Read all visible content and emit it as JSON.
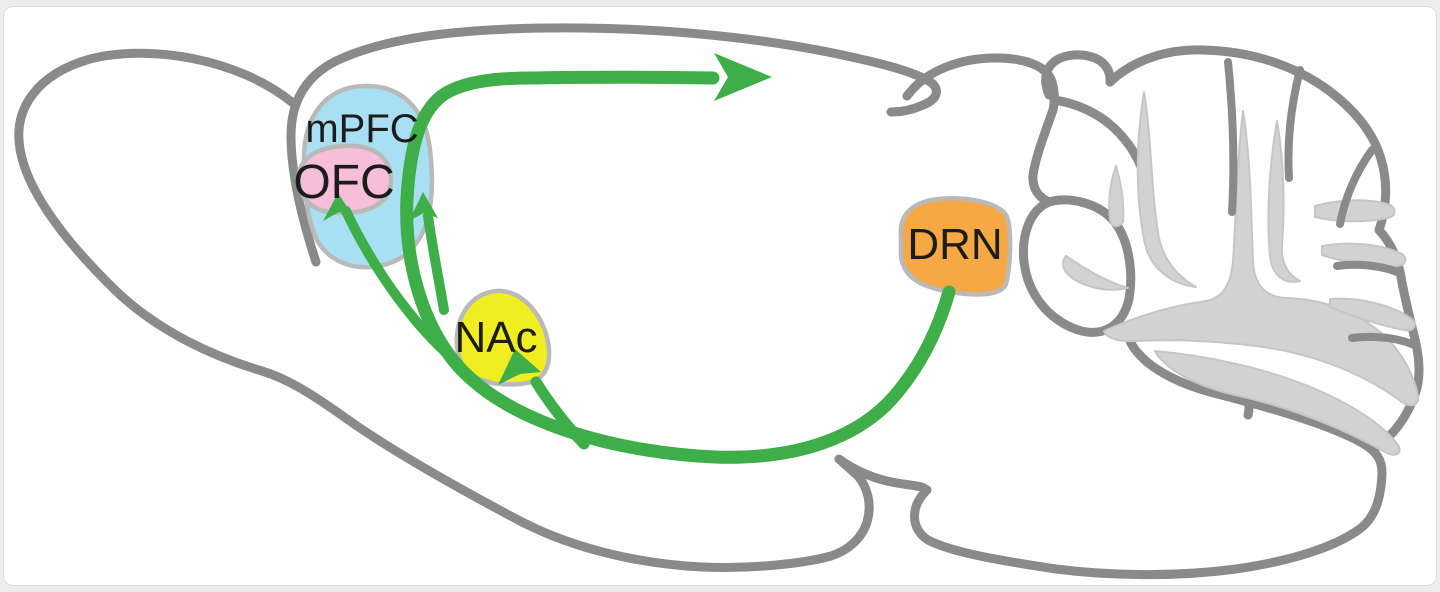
{
  "regions": [
    {
      "id": "mpfc",
      "label": "mPFC",
      "color": "#a8dff3"
    },
    {
      "id": "ofc",
      "label": "OFC",
      "color": "#f6bed8"
    },
    {
      "id": "nac",
      "label": "NAc",
      "color": "#f0ee20"
    },
    {
      "id": "drn",
      "label": "DRN",
      "color": "#f6a844"
    }
  ],
  "pathway": {
    "color": "#3eae49"
  },
  "colors": {
    "outline": "#8a8a8a",
    "arbor": "#d2d2d2",
    "region_border": "#b9b9b9",
    "label": "#1c1c1c"
  }
}
